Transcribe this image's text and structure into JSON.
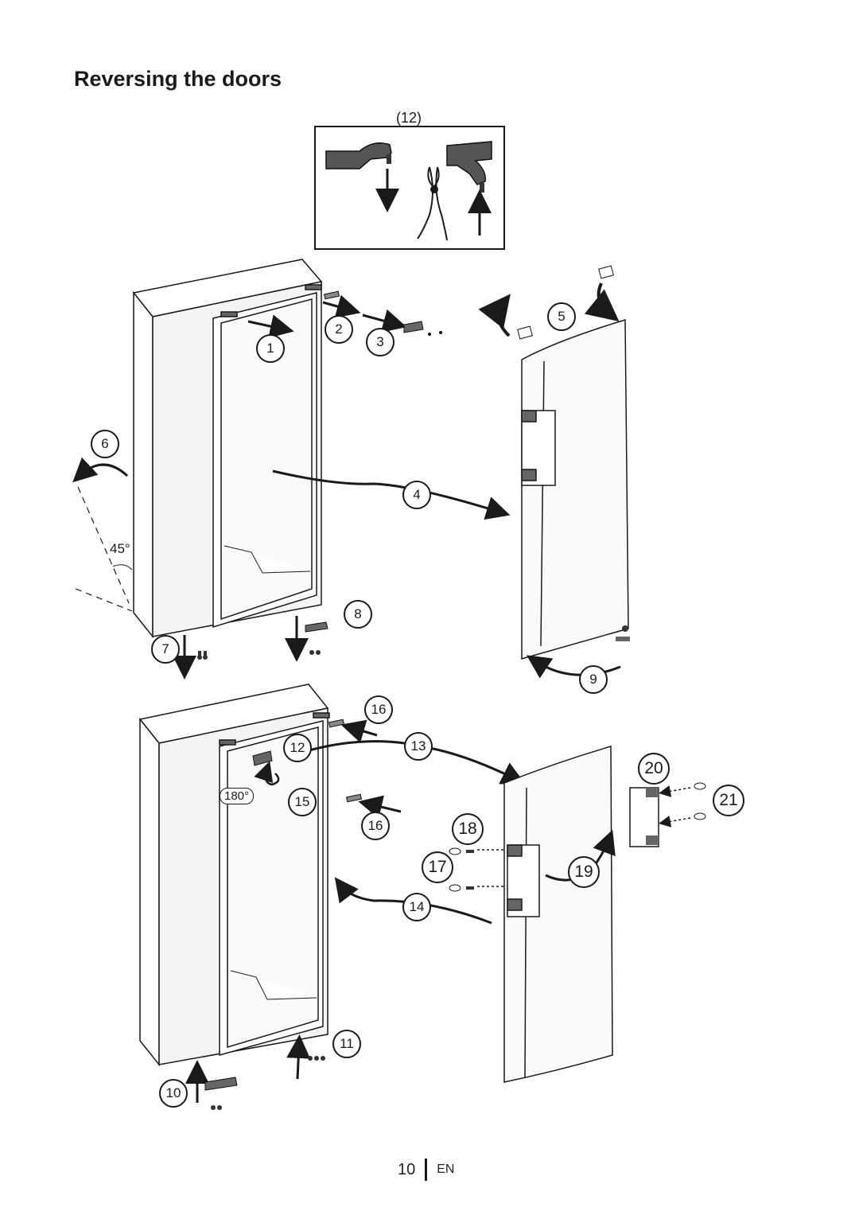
{
  "page": {
    "title": "Reversing the doors",
    "page_number": "10",
    "language": "EN"
  },
  "inset": {
    "label": "(12)"
  },
  "steps": {
    "s1": "1",
    "s2": "2",
    "s3": "3",
    "s4": "4",
    "s5": "5",
    "s6": "6",
    "s7": "7",
    "s8": "8",
    "s9": "9",
    "s10": "10",
    "s11": "11",
    "s12": "12",
    "s13": "13",
    "s14": "14",
    "s15": "15",
    "s16a": "16",
    "s16b": "16",
    "s17": "17",
    "s18": "18",
    "s19": "19",
    "s20": "20",
    "s21": "21"
  },
  "angles": {
    "tilt": "45°",
    "rotate": "180°"
  }
}
